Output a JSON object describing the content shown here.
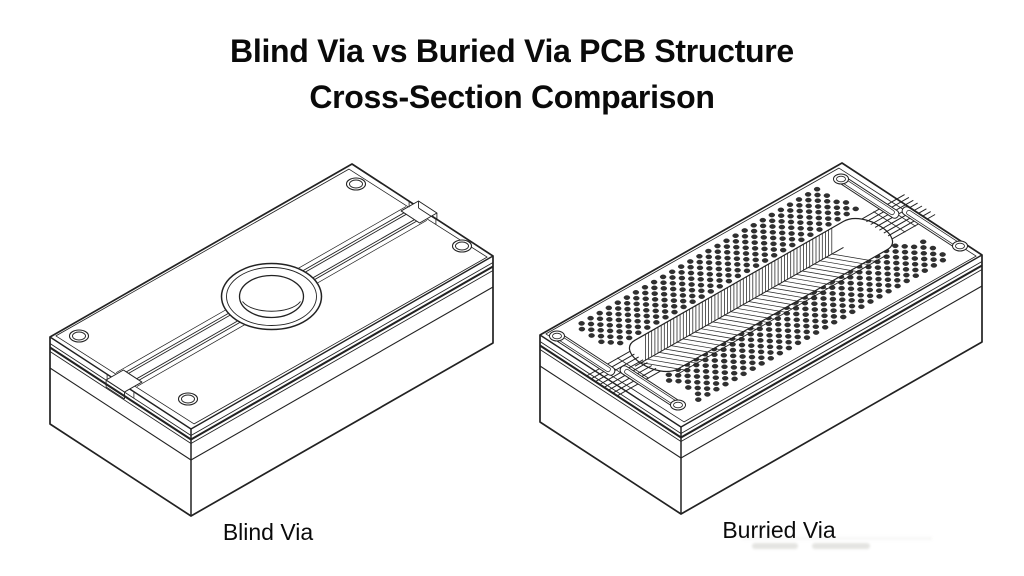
{
  "title": {
    "line1": "Blind Via vs Buried Via PCB Structure",
    "line2": "Cross-Section Comparison"
  },
  "figures": [
    {
      "id": "blind-via",
      "label": "Blind Via"
    },
    {
      "id": "burried-via",
      "label": "Burried Via"
    }
  ],
  "colors": {
    "background": "#ffffff",
    "line": "#222222",
    "text": "#0a0a0a",
    "dot": "#303030",
    "artifact": "#c9c9c3"
  },
  "dot_grid": {
    "s_min": 0.045,
    "s_max": 0.955,
    "s_step": 0.03,
    "t_min": 0.07,
    "t_max": 0.93,
    "t_step": 0.0345,
    "band_skip": [
      0.345,
      0.655
    ]
  }
}
